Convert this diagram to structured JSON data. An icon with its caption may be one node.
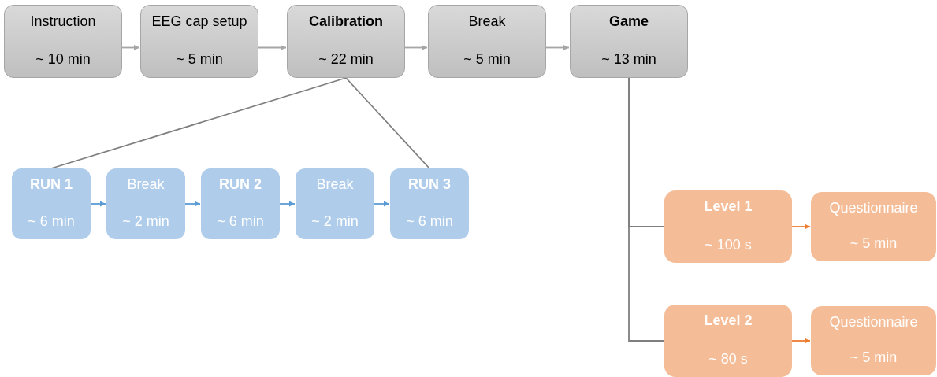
{
  "diagram": {
    "nodes": [
      {
        "text": [
          "Instruction",
          "~ 10 min"
        ]
      },
      {
        "text": [
          "EEG cap setup",
          "~ 5 min"
        ]
      },
      {
        "text": [
          "Calibration",
          "~ 22 min"
        ]
      },
      {
        "text": [
          "Break",
          "~ 5 min"
        ]
      },
      {
        "text": [
          "Game",
          "~ 13 min"
        ]
      },
      {
        "text": [
          "RUN 1",
          "~ 6 min"
        ]
      },
      {
        "text": [
          "Break",
          "~ 2 min"
        ]
      },
      {
        "text": [
          "RUN 2",
          "~ 6 min"
        ]
      },
      {
        "text": [
          "Break",
          "~ 2 min"
        ]
      },
      {
        "text": [
          "RUN 3",
          "~ 6 min"
        ]
      },
      {
        "text": [
          "Level 1",
          "~ 100 s"
        ]
      },
      {
        "text": [
          "Questionnaire",
          "~ 5 min"
        ]
      },
      {
        "text": [
          "Level 2",
          "~ 80 s"
        ]
      },
      {
        "text": [
          "Questionnaire",
          "~ 5 min"
        ]
      }
    ],
    "edges": [
      {
        "from": 0,
        "to": 1,
        "arrow": "to"
      },
      {
        "from": 1,
        "to": 2,
        "arrow": "to"
      },
      {
        "from": 2,
        "to": 3,
        "arrow": "to"
      },
      {
        "from": 3,
        "to": 4,
        "arrow": "to"
      },
      {
        "from": 2,
        "to": 5,
        "arrow": "none"
      },
      {
        "from": 2,
        "to": 9,
        "arrow": "none"
      },
      {
        "from": 5,
        "to": 6,
        "arrow": "to",
        "color": "#5b9bd5"
      },
      {
        "from": 6,
        "to": 7,
        "arrow": "to",
        "color": "#5b9bd5"
      },
      {
        "from": 7,
        "to": 8,
        "arrow": "to",
        "color": "#5b9bd5"
      },
      {
        "from": 8,
        "to": 9,
        "arrow": "to",
        "color": "#5b9bd5"
      },
      {
        "from": 4,
        "to": 10,
        "arrow": "none"
      },
      {
        "from": 4,
        "to": 12,
        "arrow": "none"
      },
      {
        "from": 10,
        "to": 11,
        "arrow": "to",
        "color": "#ed7d31"
      },
      {
        "from": 12,
        "to": 13,
        "arrow": "to",
        "color": "#ed7d31"
      }
    ]
  }
}
